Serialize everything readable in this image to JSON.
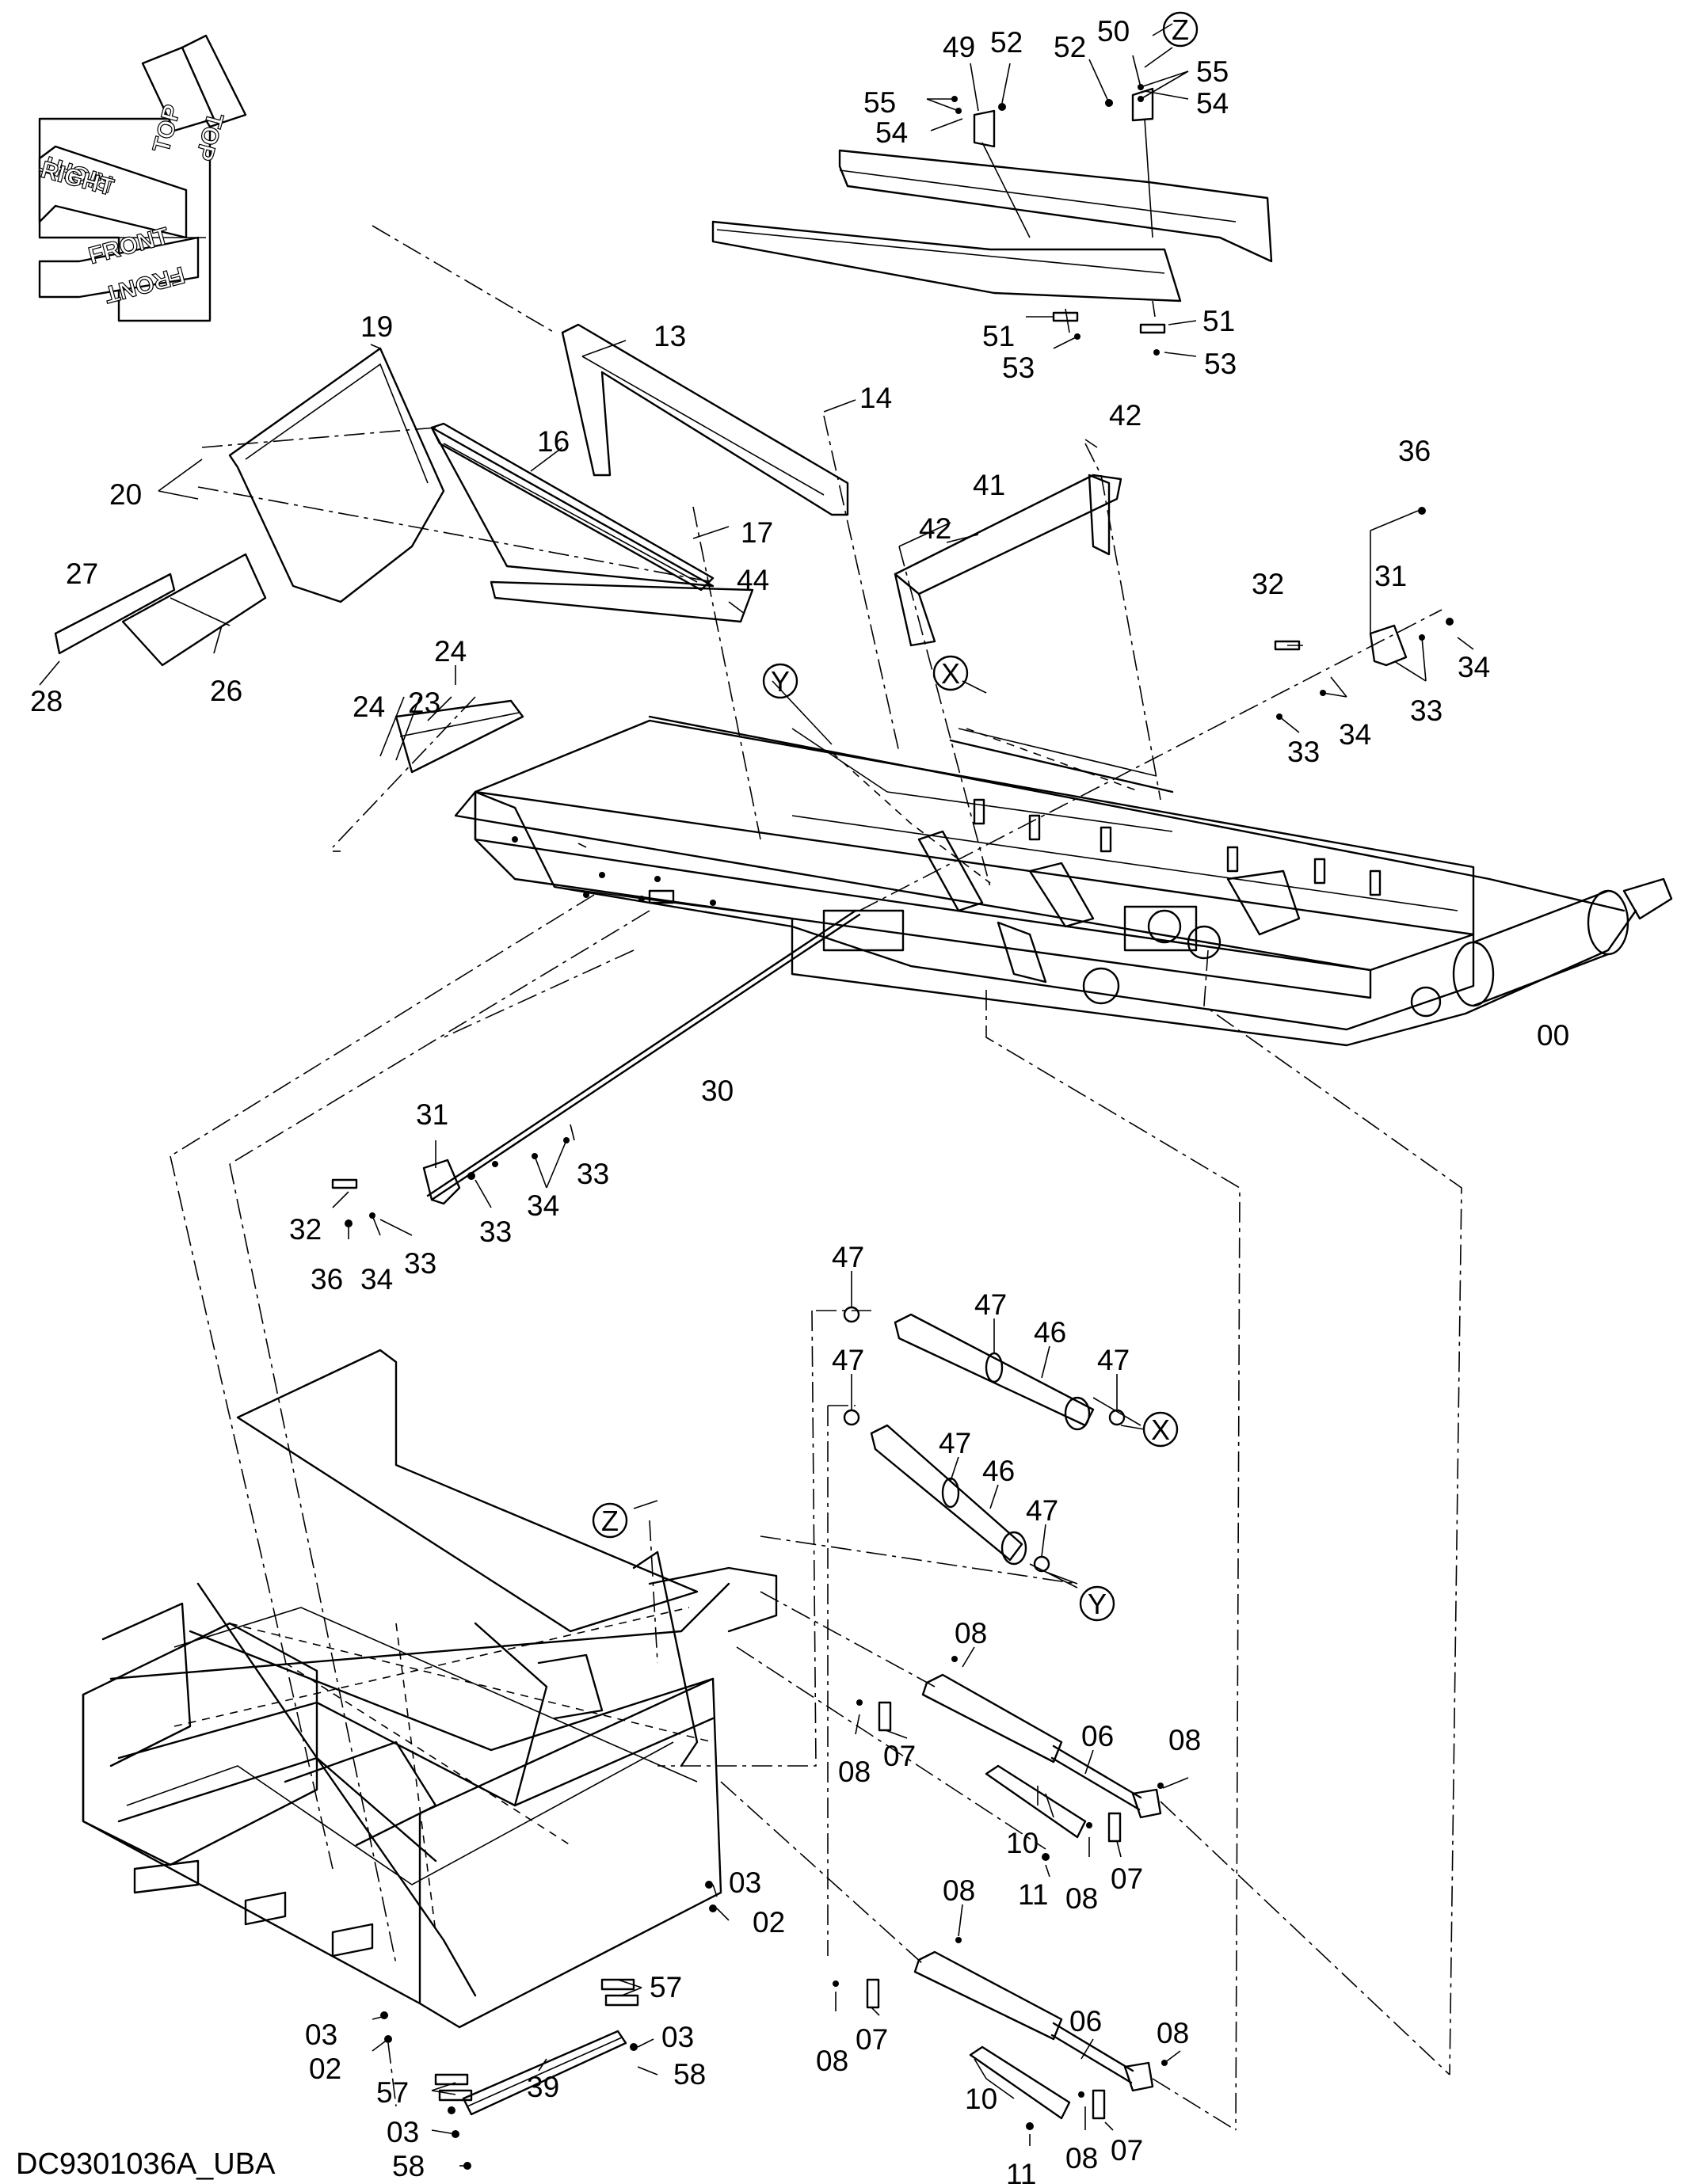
{
  "orientation": {
    "right": "RIGHT",
    "top": "TOP",
    "front": "FRONT"
  },
  "caption": "DC9301036A_UBA",
  "refs": {
    "x": "X",
    "y": "Y",
    "z": "Z"
  },
  "labels": {
    "p00": "00",
    "p02a": "02",
    "p02b": "02",
    "p03a": "03",
    "p03b": "03",
    "p03c": "03",
    "p03d": "03",
    "p06a": "06",
    "p06b": "06",
    "p07a": "07",
    "p07b": "07",
    "p07c": "07",
    "p07d": "07",
    "p08a": "08",
    "p08b": "08",
    "p08c": "08",
    "p08d": "08",
    "p08e": "08",
    "p08f": "08",
    "p08g": "08",
    "p08h": "08",
    "p10a": "10",
    "p10b": "10",
    "p11a": "11",
    "p11b": "11",
    "p13": "13",
    "p14": "14",
    "p16": "16",
    "p17": "17",
    "p19": "19",
    "p20": "20",
    "p23": "23",
    "p24a": "24",
    "p24b": "24",
    "p26": "26",
    "p27": "27",
    "p28": "28",
    "p30": "30",
    "p31a": "31",
    "p31b": "31",
    "p32a": "32",
    "p32b": "32",
    "p33a": "33",
    "p33b": "33",
    "p33c": "33",
    "p33d": "33",
    "p33e": "33",
    "p34a": "34",
    "p34b": "34",
    "p34c": "34",
    "p34d": "34",
    "p36a": "36",
    "p36b": "36",
    "p39": "39",
    "p41": "41",
    "p42a": "42",
    "p42b": "42",
    "p44": "44",
    "p46a": "46",
    "p46b": "46",
    "p47a": "47",
    "p47b": "47",
    "p47c": "47",
    "p47d": "47",
    "p47e": "47",
    "p47f": "47",
    "p49": "49",
    "p50": "50",
    "p51a": "51",
    "p51b": "51",
    "p52a": "52",
    "p52b": "52",
    "p53a": "53",
    "p53b": "53",
    "p54a": "54",
    "p54b": "54",
    "p55a": "55",
    "p55b": "55",
    "p57a": "57",
    "p57b": "57",
    "p58a": "58",
    "p58b": "58"
  }
}
